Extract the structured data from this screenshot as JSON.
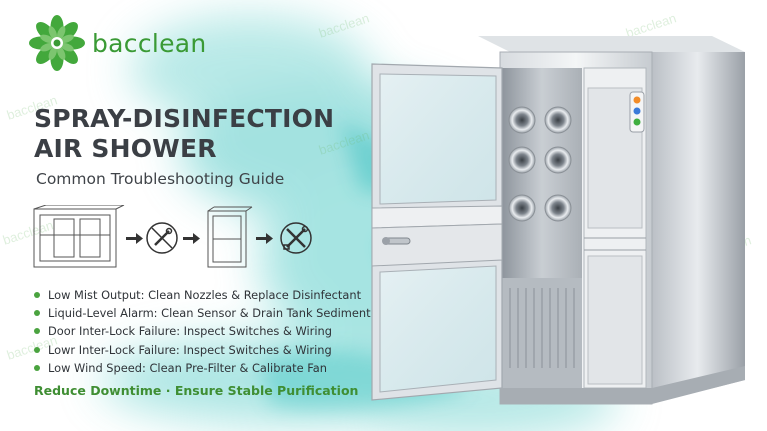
{
  "brand": {
    "name": "bacclean",
    "color": "#3a9a35"
  },
  "title": {
    "line1": "SPRAY-DISINFECTION",
    "line2": "AIR SHOWER"
  },
  "subtitle": "Common Troubleshooting Guide",
  "diagram": {
    "steps": [
      {
        "icon": "cabinet-outline-icon"
      },
      {
        "icon": "prohibited-tools-icon"
      },
      {
        "icon": "door-outline-icon"
      },
      {
        "icon": "tools-icon"
      }
    ]
  },
  "bullets": [
    "Low Mist Output: Clean Nozzles & Replace Disinfectant",
    "Liquid-Level Alarm: Clean Sensor & Drain Tank Sediment",
    "Door Inter-Lock Failure: Inspect Switches & Wiring",
    "Lowr Inter-Lock Failure: Inspect Switches & Wiring",
    "Low Wind Speed: Clean Pre-Filter & Calibrate Fan"
  ],
  "footer": "Reduce Downtime · Ensure Stable Purification",
  "watermark": "bacclean",
  "colors": {
    "accent": "#3a9a35",
    "bullet": "#4aa33f",
    "mist": "#3fc6c6",
    "title": "#3b3f45"
  },
  "status_lights": [
    "#f28c28",
    "#3a7ad9",
    "#3fae3f"
  ]
}
